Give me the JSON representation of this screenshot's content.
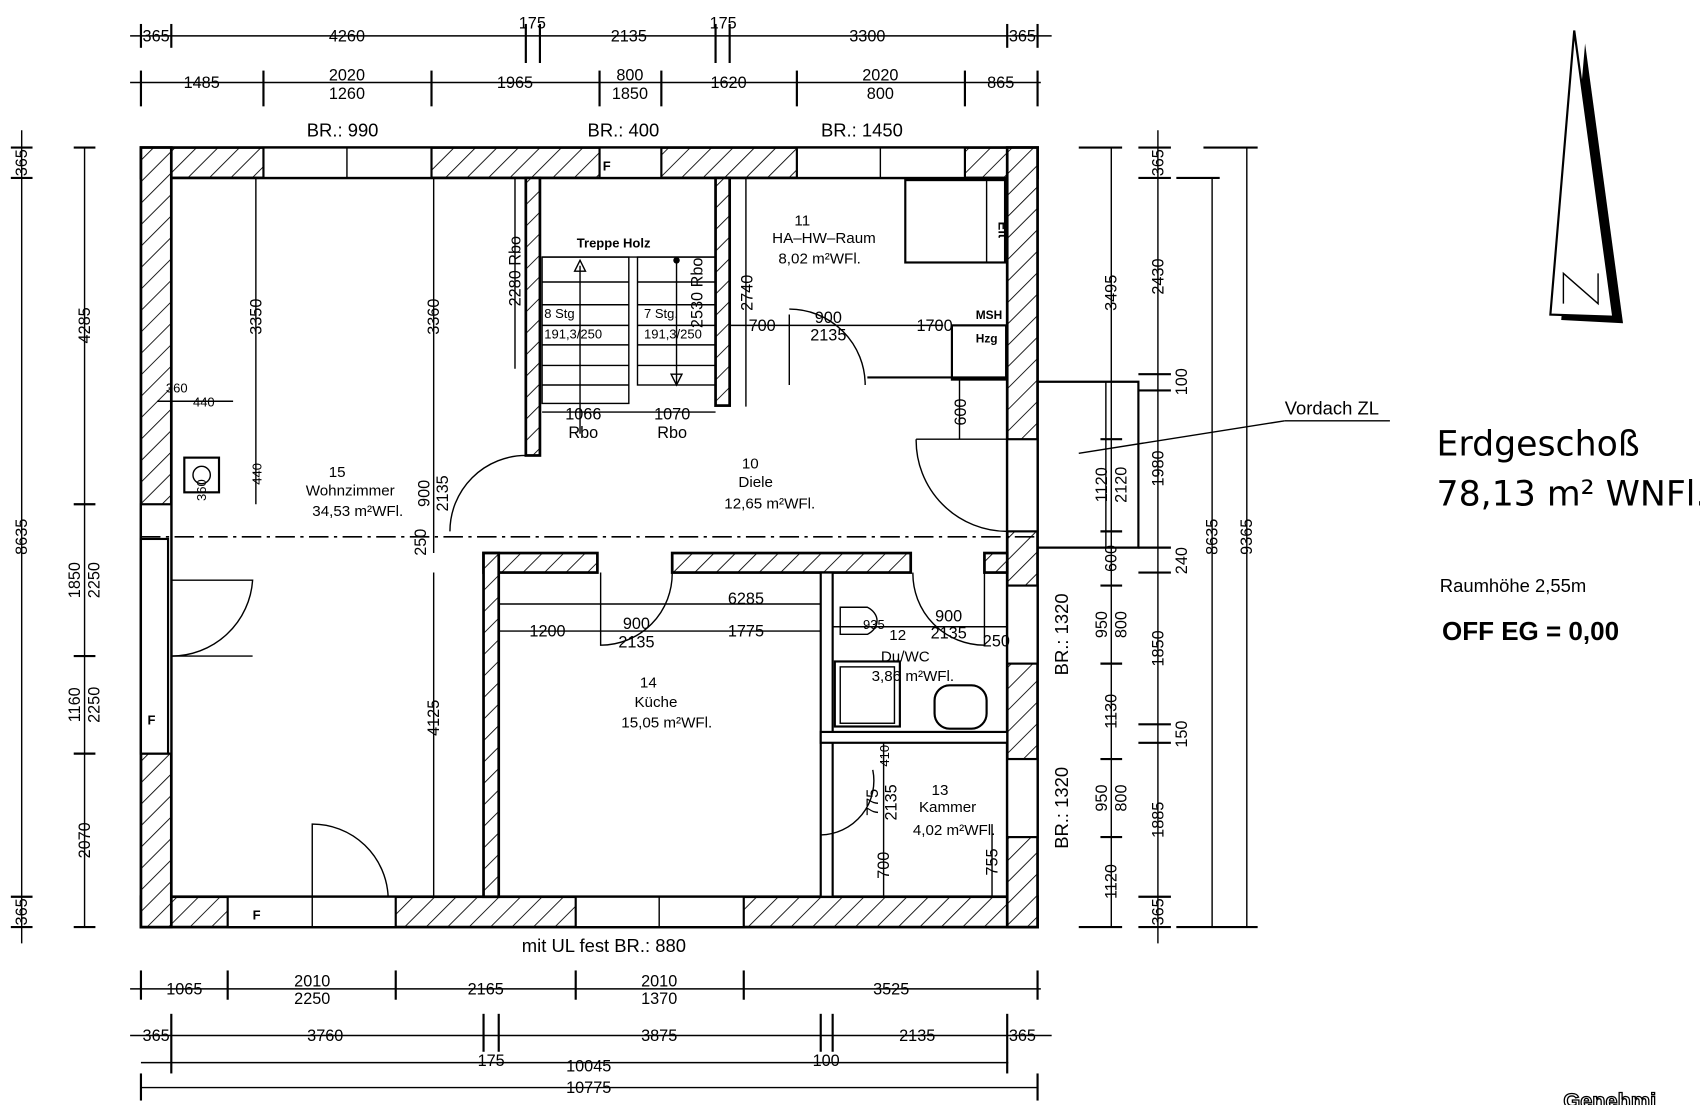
{
  "title": {
    "floor": "Erdgeschoß",
    "area": "78,13 m² WNFl.",
    "height": "Raumhöhe 2,55m",
    "level": "OFF EG = 0,00",
    "stamp": "Genehmi"
  },
  "north": {
    "label": "N"
  },
  "vordach": "Vordach ZL",
  "top_dims_1": [
    "365",
    "4260",
    "175",
    "2135",
    "175",
    "3300",
    "365"
  ],
  "top_dims_2": [
    "1485",
    "2020",
    "1260",
    "1965",
    "800",
    "1850",
    "1620",
    "2020",
    "800",
    "865"
  ],
  "top_br": [
    "BR.:  990",
    "BR.:  400",
    "BR.:  1450"
  ],
  "bottom_note": "mit UL fest   BR.:  880",
  "bottom_dims_1": [
    "1065",
    "2010",
    "2250",
    "2165",
    "2010",
    "1370",
    "3525"
  ],
  "bottom_dims_2": [
    "365",
    "3760",
    "3875",
    "2135",
    "365"
  ],
  "bottom_dims_3": [
    "175",
    "10045",
    "100"
  ],
  "bottom_total": "10775",
  "left_dims_outer": [
    "365",
    "8635",
    "365"
  ],
  "left_dims_inner": [
    "4285",
    "1850",
    "2250",
    "1160",
    "2250",
    "2070"
  ],
  "right_dims_1": [
    "3495",
    "1120",
    "2120",
    "600",
    "950",
    "800",
    "1130",
    "950",
    "800",
    "1120"
  ],
  "right_dims_2": [
    "365",
    "2430",
    "100",
    "1980",
    "240",
    "1850",
    "150",
    "1885",
    "365"
  ],
  "right_total_1": "8635",
  "right_total_2": "9365",
  "right_br": [
    "BR.:  1320",
    "BR.:  1320"
  ],
  "rooms": {
    "wohnzimmer": {
      "num": "15",
      "name": "Wohnzimmer",
      "area": "34,53 m²WFl."
    },
    "diele": {
      "num": "10",
      "name": "Diele",
      "area": "12,65 m²WFl."
    },
    "hahw": {
      "num": "11",
      "name": "HA–HW–Raum",
      "area": "8,02 m²WFl."
    },
    "kueche": {
      "num": "14",
      "name": "Küche",
      "area": "15,05 m²WFl."
    },
    "duwc": {
      "num": "12",
      "name": "Du/WC",
      "area": "3,86 m²WFl."
    },
    "kammer": {
      "num": "13",
      "name": "Kammer",
      "area": "4,02 m²WFl."
    }
  },
  "stairs": {
    "title": "Treppe Holz",
    "left_steps": "8 Stg",
    "right_steps": "7 Stg.",
    "left_ratio": "191,3/250",
    "right_ratio": "191,3/250",
    "left_width": "1066",
    "right_width": "1070",
    "rbo": "Rbo",
    "h1": "2280 Rbo",
    "h2": "2530 Rbo"
  },
  "interior": {
    "wz_3350": "3350",
    "wz_3360": "3360",
    "wz_440a": "440",
    "wz_360a": "360",
    "wz_440b": "440",
    "wz_360b": "360",
    "wz_900": "900",
    "wz_2135": "2135",
    "wz_250": "250",
    "wz_4125": "4125",
    "hw_2740": "2740",
    "hw_700": "700",
    "hw_900": "900",
    "hw_2135": "2135",
    "hw_1700": "1700",
    "msh": "MSH",
    "hzg": "Hzg",
    "elt": "Elt",
    "di_600": "600",
    "k_6285": "6285",
    "k_1200": "1200",
    "k_900": "900",
    "k_2135": "2135",
    "k_1775": "1775",
    "b_935": "935",
    "b_900": "900",
    "b_2135": "2135",
    "b_250": "250",
    "c_410": "410",
    "c_775": "775",
    "c_2135": "2135",
    "c_700": "700",
    "c_755": "755",
    "f": "F"
  }
}
